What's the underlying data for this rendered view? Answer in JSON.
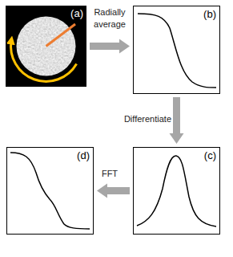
{
  "diagram": {
    "nodes": [
      {
        "text": [
          "(a)"
        ]
      },
      {
        "text": [
          "(b)"
        ]
      },
      {
        "text": [
          "(c)"
        ]
      },
      {
        "text": [
          "(d)"
        ]
      }
    ],
    "edges": [
      {
        "from": 0,
        "to": 1,
        "arrow": "to",
        "label": "Radially average"
      },
      {
        "from": 1,
        "to": 2,
        "arrow": "to",
        "label": "Differentiate"
      },
      {
        "from": 2,
        "to": 3,
        "arrow": "to",
        "label": "FFT"
      }
    ]
  }
}
